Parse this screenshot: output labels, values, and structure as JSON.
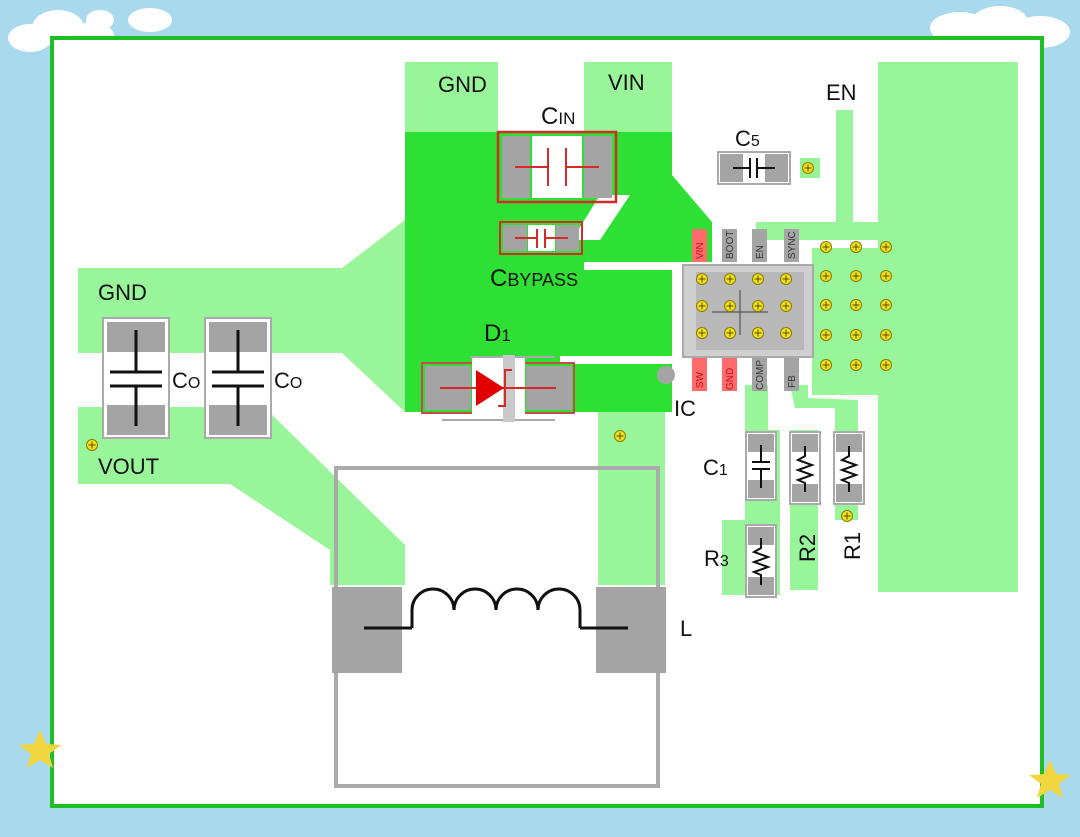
{
  "colors": {
    "background": "#a9d9ec",
    "board_border": "#1fbe24",
    "copper_light": "#98f59a",
    "copper_dark": "#2ee033",
    "pad": "#a4a4a4",
    "via": "#f0e020",
    "highlight_red": "#d42a2a",
    "outline": "#aaaaaa"
  },
  "net_labels": {
    "gnd_top": "GND",
    "vin": "VIN",
    "gnd_left": "GND",
    "vout": "VOUT",
    "en": "EN"
  },
  "components": {
    "cin": {
      "main": "C",
      "sub": "IN"
    },
    "c5": {
      "main": "C",
      "sub": "5"
    },
    "cbypass": {
      "main": "C",
      "sub": "BYPASS"
    },
    "d1": {
      "main": "D",
      "sub": "1"
    },
    "co1": {
      "main": "C",
      "sub": "O"
    },
    "co2": {
      "main": "C",
      "sub": "O"
    },
    "c1": {
      "main": "C",
      "sub": "1"
    },
    "r3": {
      "main": "R",
      "sub": "3"
    },
    "r2": {
      "label": "R2"
    },
    "r1": {
      "label": "R1"
    },
    "ic": {
      "label": "IC"
    },
    "inductor": {
      "label": "L"
    }
  },
  "ic_pins": {
    "top": [
      "VIN",
      "BOOT",
      "EN",
      "SYNC"
    ],
    "bottom": [
      "SW",
      "GND",
      "COMP",
      "FB"
    ]
  }
}
